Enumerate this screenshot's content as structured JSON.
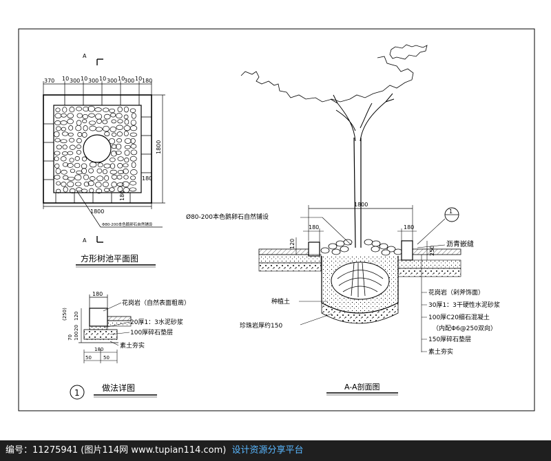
{
  "plan": {
    "title": "方形树池平面图",
    "section_mark": "A",
    "top_dims": [
      "370",
      "10",
      "300",
      "10",
      "300",
      "10",
      "300",
      "10",
      "300",
      "10",
      "180"
    ],
    "right_dim": "1800",
    "bottom_dim": "1800",
    "inner_dim_a": "180",
    "inner_dim_b": "180",
    "pebble_note": "Φ80-200本色鹅卵石自然铺设"
  },
  "section": {
    "title": "A-A剖面图",
    "width_dim": "1800",
    "left_curb_dim": "180",
    "right_curb_dim": "180",
    "left_height_dim": "120",
    "right_height_dim": "250",
    "pebble_label": "Ø80-200本色鹅卵石自然铺设",
    "asphalt_label": "沥青嵌缝",
    "soil_label": "种植土",
    "perlite_label": "珍珠岩厚约150",
    "layer_labels": [
      "花岗岩（剁斧饰面）",
      "30厚1：3干硬性水泥砂浆",
      "100厚C20细石混凝土",
      "（内配Φ6@250双向）",
      "150厚碎石垫层",
      "素土夯实"
    ],
    "callout_num": "1"
  },
  "detail": {
    "title": "做法详图",
    "number": "1",
    "top_dim": "180",
    "left_dims": [
      "(250)",
      "120",
      "100",
      "70",
      "20"
    ],
    "bottom_dims": [
      "180",
      "50",
      "50"
    ],
    "labels": [
      "花岗岩（自然表面粗凿）",
      "20厚1：3水泥砂浆",
      "100厚碎石垫层",
      "素土夯实"
    ]
  },
  "footer": {
    "text": "编号：11275941 (图片114网 www.tupian114.com)",
    "tag": "设计资源分享平台"
  }
}
